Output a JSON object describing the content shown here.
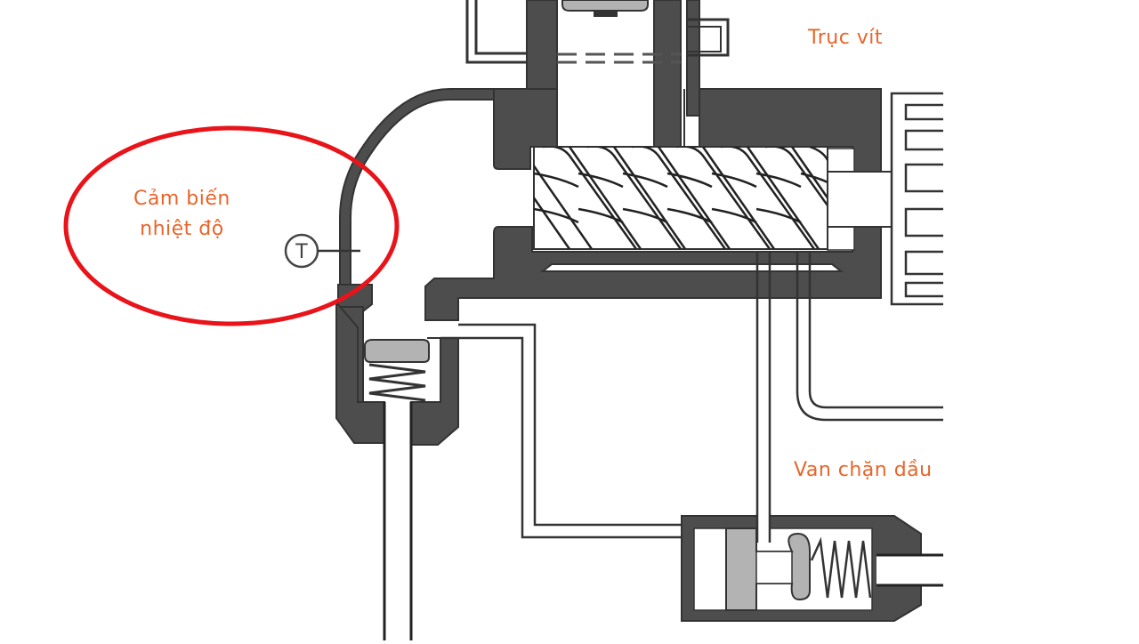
{
  "diagram": {
    "subject": "Screw compressor oil circuit with temperature sensor and oil stop valve",
    "labels": {
      "screw_rotor": "Trục vít",
      "temperature_sensor_line1": "Cảm biến",
      "temperature_sensor_line2": "nhiệt độ",
      "oil_stop_valve": "Van chặn dầu",
      "sensor_symbol": "T"
    },
    "colors": {
      "label_text": "#e8652a",
      "highlight_ellipse": "#e8141a",
      "housing_fill": "#4d4d4d",
      "outline": "#333333",
      "piston_fill": "#b3b3b3",
      "background": "#ffffff"
    },
    "components": [
      {
        "id": "screw-rotor",
        "name": "Trục vít"
      },
      {
        "id": "temperature-sensor",
        "name": "Cảm biến nhiệt độ",
        "symbol": "T",
        "highlighted": true
      },
      {
        "id": "oil-stop-valve",
        "name": "Van chặn dầu"
      },
      {
        "id": "check-valve",
        "name": ""
      },
      {
        "id": "cooling-fins",
        "name": ""
      }
    ]
  }
}
